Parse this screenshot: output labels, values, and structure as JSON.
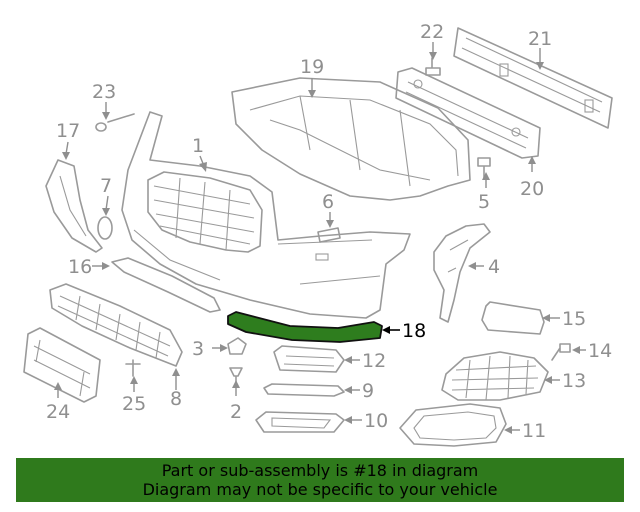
{
  "callouts": {
    "c1": "1",
    "c2": "2",
    "c3": "3",
    "c4": "4",
    "c5": "5",
    "c6": "6",
    "c7": "7",
    "c8": "8",
    "c9": "9",
    "c10": "10",
    "c11": "11",
    "c12": "12",
    "c13": "13",
    "c14": "14",
    "c15": "15",
    "c16": "16",
    "c17": "17",
    "c18": "18",
    "c19": "19",
    "c20": "20",
    "c21": "21",
    "c22": "22",
    "c23": "23",
    "c24": "24",
    "c25": "25"
  },
  "highlighted_part": "18",
  "colors": {
    "highlight_fill": "#2e7d1e",
    "banner_bg": "#2f7a1c",
    "linework": "#9a9a9a"
  },
  "banner": {
    "line1": "Part or sub-assembly is #18 in diagram",
    "line2": "Diagram may not be specific to your vehicle"
  }
}
